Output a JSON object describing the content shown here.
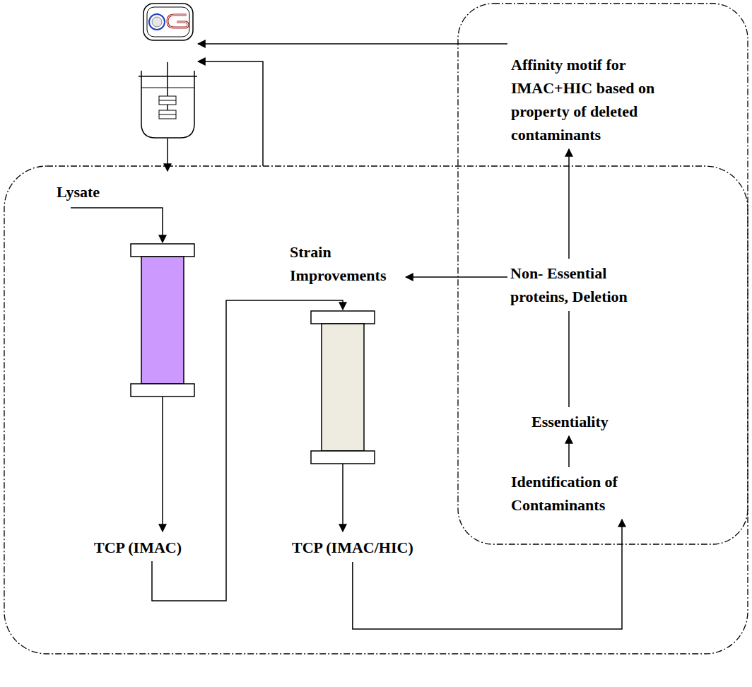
{
  "diagram": {
    "nodes": [
      {
        "text": [
          "Affinity motif for IMAC+HIC based on property of deleted contaminants"
        ]
      },
      {
        "text": [
          "Lysate"
        ]
      },
      {
        "text": [
          "Strain Improvements"
        ]
      },
      {
        "text": [
          "Non- Essential proteins, Deletion"
        ]
      },
      {
        "text": [
          "Essentiality"
        ]
      },
      {
        "text": [
          "TCP (IMAC)"
        ]
      },
      {
        "text": [
          "TCP (IMAC/HIC)"
        ]
      },
      {
        "text": [
          "Identification of Contaminants"
        ]
      }
    ],
    "edges": [
      {
        "from": 3,
        "to": 2,
        "arrow": "to"
      },
      {
        "from": 4,
        "to": 3,
        "arrow": "none"
      },
      {
        "from": 7,
        "to": 4,
        "arrow": "to"
      },
      {
        "from": 3,
        "to": 0,
        "arrow": "to"
      },
      {
        "from": 6,
        "to": 7,
        "arrow": "to"
      }
    ]
  }
}
